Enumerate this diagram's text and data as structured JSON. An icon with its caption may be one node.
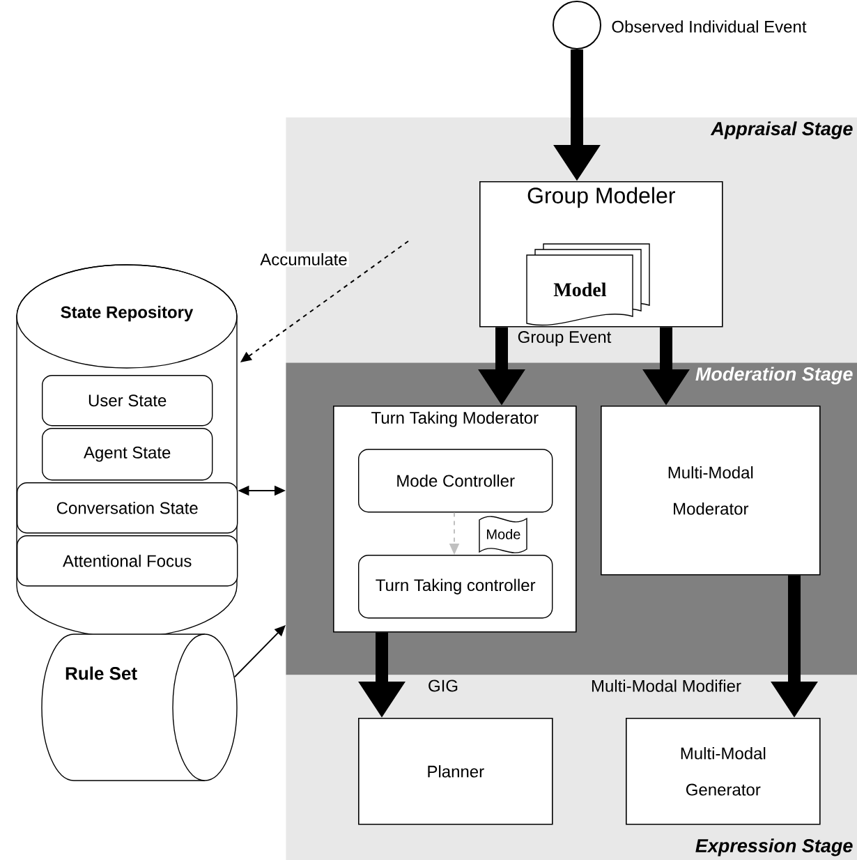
{
  "diagram": {
    "nodes": [
      {
        "text": [],
        "shape": "circle",
        "beside": [
          "Observed Individual Event"
        ]
      },
      {
        "text": [
          "Appraisal Stage"
        ]
      },
      {
        "text": [
          "Group Modeler"
        ],
        "in": 1
      },
      {
        "text": [
          "Model"
        ],
        "in": 2
      },
      {
        "text": [
          "Moderation Stage"
        ]
      },
      {
        "text": [
          "Turn Taking Moderator"
        ],
        "in": 4
      },
      {
        "text": [
          "Mode Controller"
        ],
        "in": 5
      },
      {
        "text": [
          "Mode"
        ],
        "in": 5
      },
      {
        "text": [
          "Turn Taking controller"
        ],
        "in": 5
      },
      {
        "text": [
          "Multi-Modal Moderator"
        ],
        "in": 4
      },
      {
        "text": [
          "Expression Stage"
        ]
      },
      {
        "text": [
          "Planner"
        ],
        "in": 10
      },
      {
        "text": [
          "Multi-Modal Generator"
        ],
        "in": 10
      },
      {
        "text": [
          "State Repository"
        ]
      },
      {
        "text": [
          "User State"
        ],
        "in": 13
      },
      {
        "text": [
          "Agent State"
        ],
        "in": 13
      },
      {
        "text": [
          "Conversation State"
        ],
        "in": 13
      },
      {
        "text": [
          "Attentional Focus"
        ],
        "in": 13
      },
      {
        "text": [
          "Rule Set"
        ]
      }
    ],
    "edges": [
      {
        "from": 0,
        "to": 2,
        "arrow": "to"
      },
      {
        "from": 2,
        "to": 5,
        "arrow": "to",
        "label": "Group Event"
      },
      {
        "from": 2,
        "to": 9,
        "arrow": "to"
      },
      {
        "from": 5,
        "to": 11,
        "arrow": "to",
        "label": "GIG"
      },
      {
        "from": 9,
        "to": 12,
        "arrow": "to",
        "label": "Multi-Modal Modifier"
      },
      {
        "from": 6,
        "to": 8,
        "arrow": "to",
        "style": "dashed",
        "color": "#c0c0c0"
      },
      {
        "from": null,
        "to": 13,
        "arrow": "to",
        "style": "dashed",
        "label": "Accumulate"
      },
      {
        "from": 16,
        "to": 4,
        "arrow": "both"
      },
      {
        "from": 18,
        "to": 4,
        "arrow": "to"
      }
    ]
  }
}
